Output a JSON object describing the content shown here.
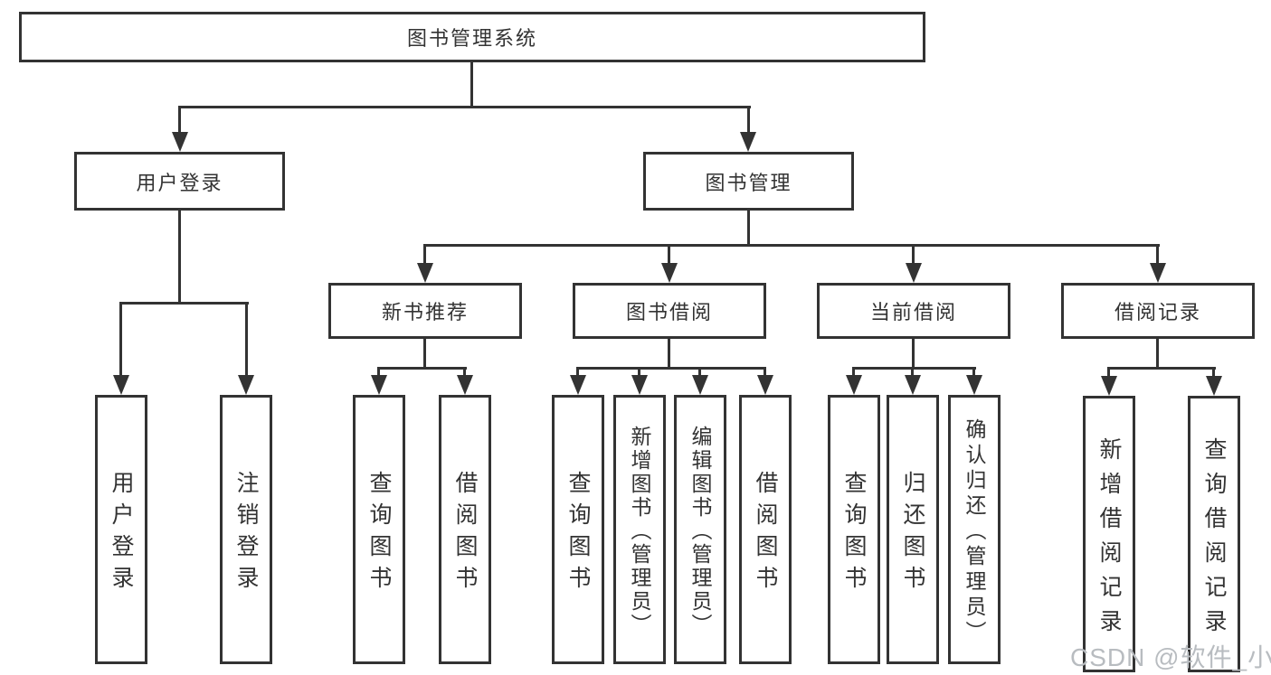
{
  "page": {
    "background": "#ffffff"
  },
  "diagram": {
    "root": "图书管理系统",
    "level2": {
      "user_login": "用户登录",
      "book_mgmt": "图书管理"
    },
    "level3": {
      "new_books": "新书推荐",
      "borrow": "图书借阅",
      "current": "当前借阅",
      "records": "借阅记录"
    },
    "leaves": {
      "user_login": [
        "用户登录",
        "注销登录"
      ],
      "new_books": [
        "查询图书",
        "借阅图书"
      ],
      "borrow": [
        "查询图书",
        "新增图书（管理员）",
        "编辑图书（管理员）",
        "借阅图书"
      ],
      "current": [
        "查询图书",
        "归还图书",
        "确认归还（管理员）"
      ],
      "records": [
        "新增借阅记录",
        "查询借阅记录"
      ]
    },
    "line_color": "#333333",
    "text_color": "#333333"
  },
  "watermark": {
    "text": "CSDN @软件_小贺同学",
    "color": "#b8bcc0"
  }
}
